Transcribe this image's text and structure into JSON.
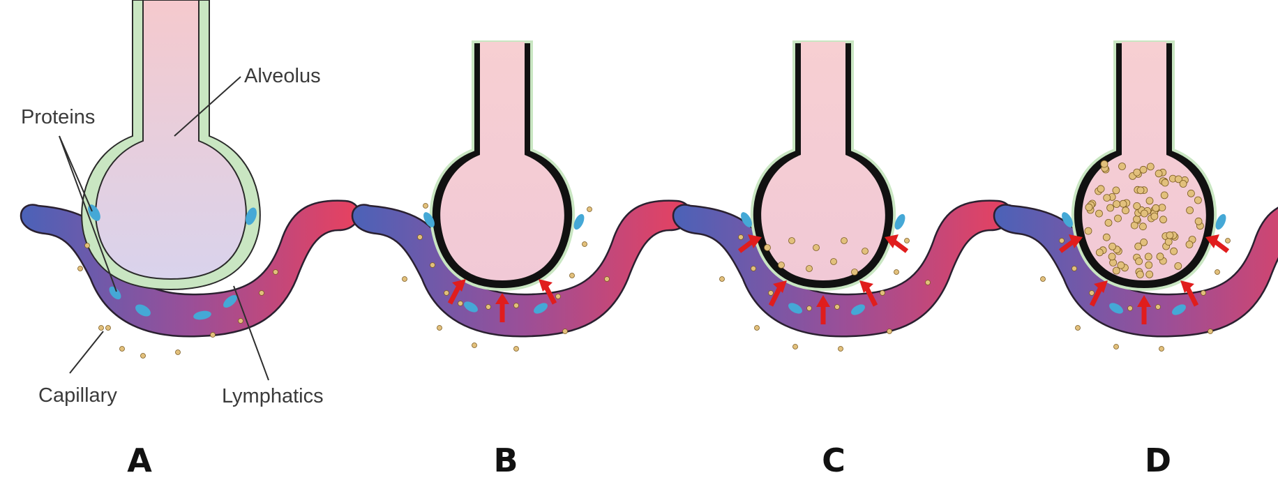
{
  "labels": {
    "alveolus": "Alveolus",
    "proteins": "Proteins",
    "capillary": "Capillary",
    "lymphatics": "Lymphatics"
  },
  "panels": [
    {
      "letter": "A"
    },
    {
      "letter": "B"
    },
    {
      "letter": "C"
    },
    {
      "letter": "D"
    }
  ],
  "colors": {
    "capillary_venous": "#4b62b8",
    "capillary_arterial": "#e8415f",
    "capillary_mid": "#9a4f98",
    "alveolus_fill_top": "#f5c9cd",
    "alveolus_fill_bottom": "#d9d3ec",
    "alveolar_wall_normal": "#c9e6c2",
    "alveolar_wall_damaged": "#111111",
    "protein_blue": "#45a8d6",
    "fluid_particle": "#e2c07c",
    "arrow_red": "#e01d1d"
  }
}
